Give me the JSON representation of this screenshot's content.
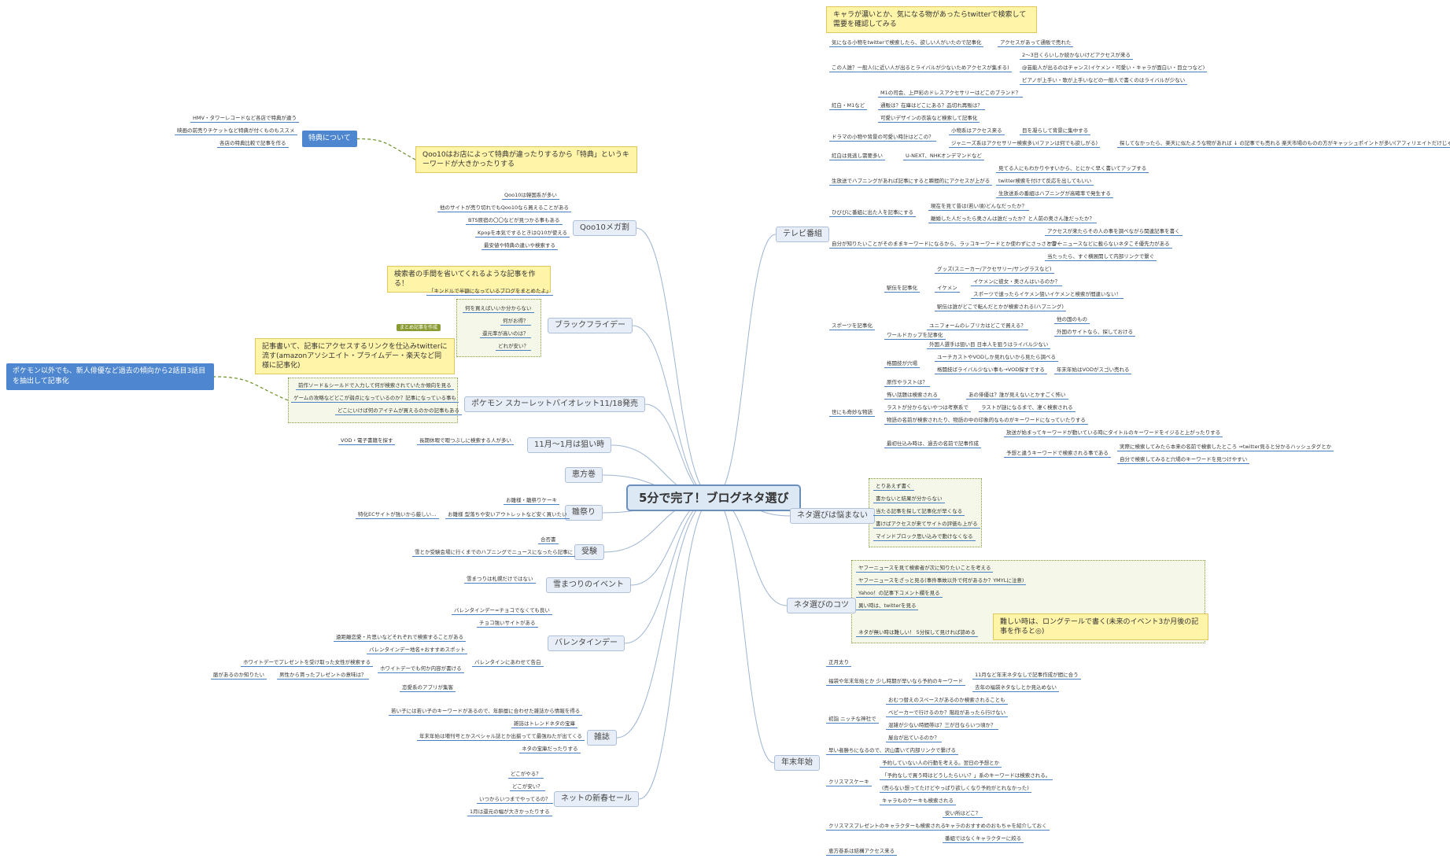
{
  "center": "5分で完了！ブログネタ選び",
  "callouts": {
    "twitter_note": "キャラが濃いとか、気になる物があったらtwitterで検索して需要を確認してみる",
    "qoo10_note": "Qoo10はお店によって特典が違ったりするから「特典」というキーワードが大きかったりする",
    "tokuten": "特典について",
    "blackfriday_note": "検索者の手間を省いてくれるような記事を作る！",
    "matome_tag": "まとめ記事を作成",
    "amazon_note": "記事書いて、記事にアクセスするリンクを仕込みtwitterに流す(amazonアソシエイト・プライムデー・楽天など同様に記事化)",
    "pokemon_note": "ポケモン以外でも、新人俳優など過去の傾向から2話目3話目を抽出して記事化",
    "longtail_note": "難しい時は、ロングテールで書く(未来のイベント3か月後の記事を作ると◎)"
  },
  "branches": {
    "qoo10": "Qoo10メガ割",
    "blackfriday": "ブラックフライデー",
    "pokemon": "ポケモン スカーレットバイオレット11/18発売",
    "nov_jan": "11月〜1月は狙い時",
    "ehomaki": "恵方巻",
    "hinamatsuri": "雛祭り",
    "exam": "受験",
    "sekki": "雪まつりのイベント",
    "valentine": "バレンタインデー",
    "magazine": "雑誌",
    "netsale": "ネットの新春セール",
    "tv": "テレビ番組",
    "neta_nayamu": "ネタ選びは悩まない",
    "neta_kotsu": "ネタ選びのコツ",
    "nenmatsu": "年末年始"
  },
  "left_leaves": {
    "tokuten": [
      "HMV・タワーレコードなど各店で特典が違う",
      "映画の前売りチケットなど特典が付くものもススメ",
      "各店の特典比較で記事を作る"
    ],
    "qoo10": [
      "Qoo10は韓国系が多い",
      "他のサイトが売り切れでもQoo10なら買えることがある",
      "BTS原宿の〇〇などが見つかる事もある",
      "Kpopを本気でするときはQ10が使える",
      "最安値や特典の違いや検索する"
    ],
    "bf_top": "「キンドルで半額になっているブログをまとめたよ」",
    "bf": [
      "何を買えばいいか分からない",
      "何がお得？",
      "還元率が高いのは？",
      "どれが安い？"
    ],
    "pokemon": [
      "前作ソード＆シールドで入力して何が検索されていたか傾向を見る",
      "ゲームの攻略などどこが弱点になっているのか？記事になっている事も",
      "どこにいけば何のアイテムが買えるのかの記事もある"
    ],
    "nov_jan": [
      "VOD・電子書籍を探す",
      "長期休暇で暇つぶしに検索する人が多い"
    ],
    "hina": [
      "お雛様・雛祭りケーキ",
      "お雛様 型落ちや安いアウトレットなど安く買いたい",
      "特化ECサイトが強いから厳しい…"
    ],
    "exam": [
      "合否書",
      "雪とか受験会場に行くまでのハプニングでニュースになったら記事に"
    ],
    "sekki": "雪まつりは札幌だけではない",
    "val": [
      "バレンタインデー=チョコでなくても良い",
      "チョコ強いサイトがある",
      "遠距離恋愛・片思いなどそれぞれで検索することがある",
      "バレンタインデー地名+おすすめスポット",
      "バレンタインにあわせて告白",
      "ホワイトデーでプレゼントを受け取った女性が検索する",
      "ホワイトデーでも何か内容が書ける",
      "男性から貰ったプレゼントの意味は？",
      "脈があるのか知りたい",
      "恋愛系のアプリが集客"
    ],
    "mag": [
      "若い子には若い子のキーワードがあるので、年齢層に合わせた雑誌から情報を得る",
      "雑誌はトレンドネタの宝庫",
      "年末年始は増刊号とかスペシャル誌とか出揃ってて最強ねたが出てくる",
      "ネタの宝庫だったりする"
    ],
    "net": [
      "どこがやる？",
      "どこが安い？",
      "いつからいつまでやってるの？",
      "1月は還元の幅が大きかったりする"
    ]
  },
  "right_leaves": {
    "tv_top": [
      "気になる小物をtwitterで検索したら、欲しい人がいたので記事化",
      "アクセスがあって通販で売れた"
    ],
    "tv_ippan": "この人誰？一般人(に近い人が出るとライバルが少ないためアクセスが集まる)",
    "tv_ippan_sub": [
      "2〜3日くらいしか続かないけどアクセスが来る",
      "@芸能人が出るのはチャンス(イケメン・可愛い・キャラが面白い・目立つなど)",
      "ピアノが上手い・歌が上手いなどの一般人で書くのはライバルが少ない"
    ],
    "kohaku": "紅白・M1など",
    "kohaku_sub": [
      "M1の司会、上戸彩のドレスアクセサリーはどこのブランド？",
      "通販は？在庫はどこにある？品切れ再販は？",
      "可愛いデザインの衣装など検索して記事化"
    ],
    "drama": "ドラマの小物や背景の可愛い時計はどこの？",
    "drama_sub": [
      "小物系はアクセス来る",
      "目を凝らして背景に集中する",
      "ジャニーズ系はアクセサリー検索多い(ファンは何でも欲しがる)",
      "探してなかったら、楽天に似たような物があれば ↓ の記事でも売れる",
      "楽天市場のものの方がキャッシュポイントが多い(アフィリエイトだけじゃない)"
    ],
    "kohaku_miru": "紅白は見逃し需要多い",
    "unext": "U-NEXT、NHKオンデマンドなど",
    "happening": "生放送でハプニングがあれば記事にすると瞬間的にアクセスが上がる",
    "happening_sub": [
      "見てる人にもわかりやすいから、とにかく早く書いてアップする",
      "twitter検索を付けて反応を出してもいい",
      "生放送系の番組はハプニングが高確率で発生する"
    ],
    "hibiki": "ひびびに番組に出た人を記事にする",
    "hibiki_sub": [
      "現在を見て昔は(若い頃)どんなだったか？",
      "離婚した人だったら奥さんは誰だったか？と人前の奥さん誰だったか？"
    ],
    "jibun": "自分が知りたいことがそのままキーワードになるから、ラッコキーワードとか使わずにさっさと書く",
    "jibun_sub": [
      "アクセスが来たらその人の事を調べながら関連記事を書く",
      "ヤフーニュースなどに載らないネタこそ優先力がある",
      "当たったら、すぐ横展開して内部リンクで繋ぐ"
    ],
    "sports": "スポーツを記事化",
    "sports_sub": [
      "駅伝を記事化",
      "グッズ(スニーカー/アクセサリー/サングラスなど)",
      "イケメン",
      "イケメンに彼女・奥さんはいるのか？",
      "スポーツで速ったらイケメン狙いイケメンと検索が間違いない！",
      "駅伝は誰がどこで転んだとかが検索される(ハプニング)",
      "ワールドカップを記事化",
      "ユニフォームのレプリカはどこで買える？",
      "他の国のもの",
      "外国のサイトなら、探しておける",
      "外国人選手は狙い目 日本人を狙うはライバル少ない",
      "格闘技が穴場",
      "ユーチカストやVODしか見れないから見たら調べる",
      "格闘技ばライバル少ない事も→VOD探すでする",
      "年末年始はVODがスゴい売れる"
    ],
    "sonota": "世にも奇妙な物語",
    "sonota_sub": [
      "原作やラストは？",
      "怖い話題は検索される",
      "あの俳優は？誰が見えないとかすごく怖い",
      "ラストが分からないやつは考察系で",
      "ラストが謎になるまで、凄く検索される",
      "物語の名前が検索されたり、物語の中の印象的なものがキーワードになっていたりする",
      "最初仕込み時は、過去の名前で記事作成",
      "放送が始まってキーワードが動いている時にタイトルのキーワードをイジると上がったりする",
      "予想と違うキーワードで検索される事である",
      "実際に検索してみたら本来の名前で検索したところ ⇒twitter見ると分かるハッシュタグとか",
      "自分で検索してみると穴場のキーワードを見つけやすい"
    ],
    "nayamu": [
      "とりあえず書く",
      "書かないと結果が分からない",
      "当たる記事を探して記事化が早くなる",
      "書けばアクセスが来てサイトの評価も上がる",
      "マインドブロック思い込みで動けなくなる"
    ],
    "kotsu": [
      "ヤフーニュースを見て検索者が次に知りたいことを考える",
      "ヤフーニュースをざっと見る(事件事故以外で何があるか？YMYLに注意)",
      "Yahoo！の記事下コメント欄を見る",
      "異い時は、twitterを見る",
      "ネタが無い時は難しい！ 5分探して見ければ諦める"
    ],
    "nenmatsu": [
      "正月太り",
      "福袋や年末年始とか 少し時期が早いなら予約のキーワード",
      "11月など年末ネタなしで記事作成が間に合う",
      "去年の福袋ネタなしとか見込めない",
      "初詣 ニッチな神社で",
      "おむつ替えのスペースがあるのか検索されることも",
      "ベビーカーで行けるのか？階段があったら行けない",
      "混雑が少ない時間帯は？三が日ならいつ頃か？",
      "屋台が出ているのか？",
      "早い者勝ちになるので、沢山書いて内部リンクで繋げる",
      "クリスマスケーキ",
      "予約していない人の行動を考える。翌日の予想とか",
      "「予約なしで買う時はどうしたらいい？」系のキーワードは検索される。",
      "(売らない想ってたけどやっぱり欲しくなり予約がとれなかった)",
      "キャラものケーキも検索される",
      "クリスマスプレゼントのキャラクターも検索される",
      "安い所はどこ？",
      "キャラのおすすめのおもちゃを紹介しておく",
      "番組ではなくキャラクターに絞る",
      "恵方巻系は結構アクセス来る"
    ]
  }
}
